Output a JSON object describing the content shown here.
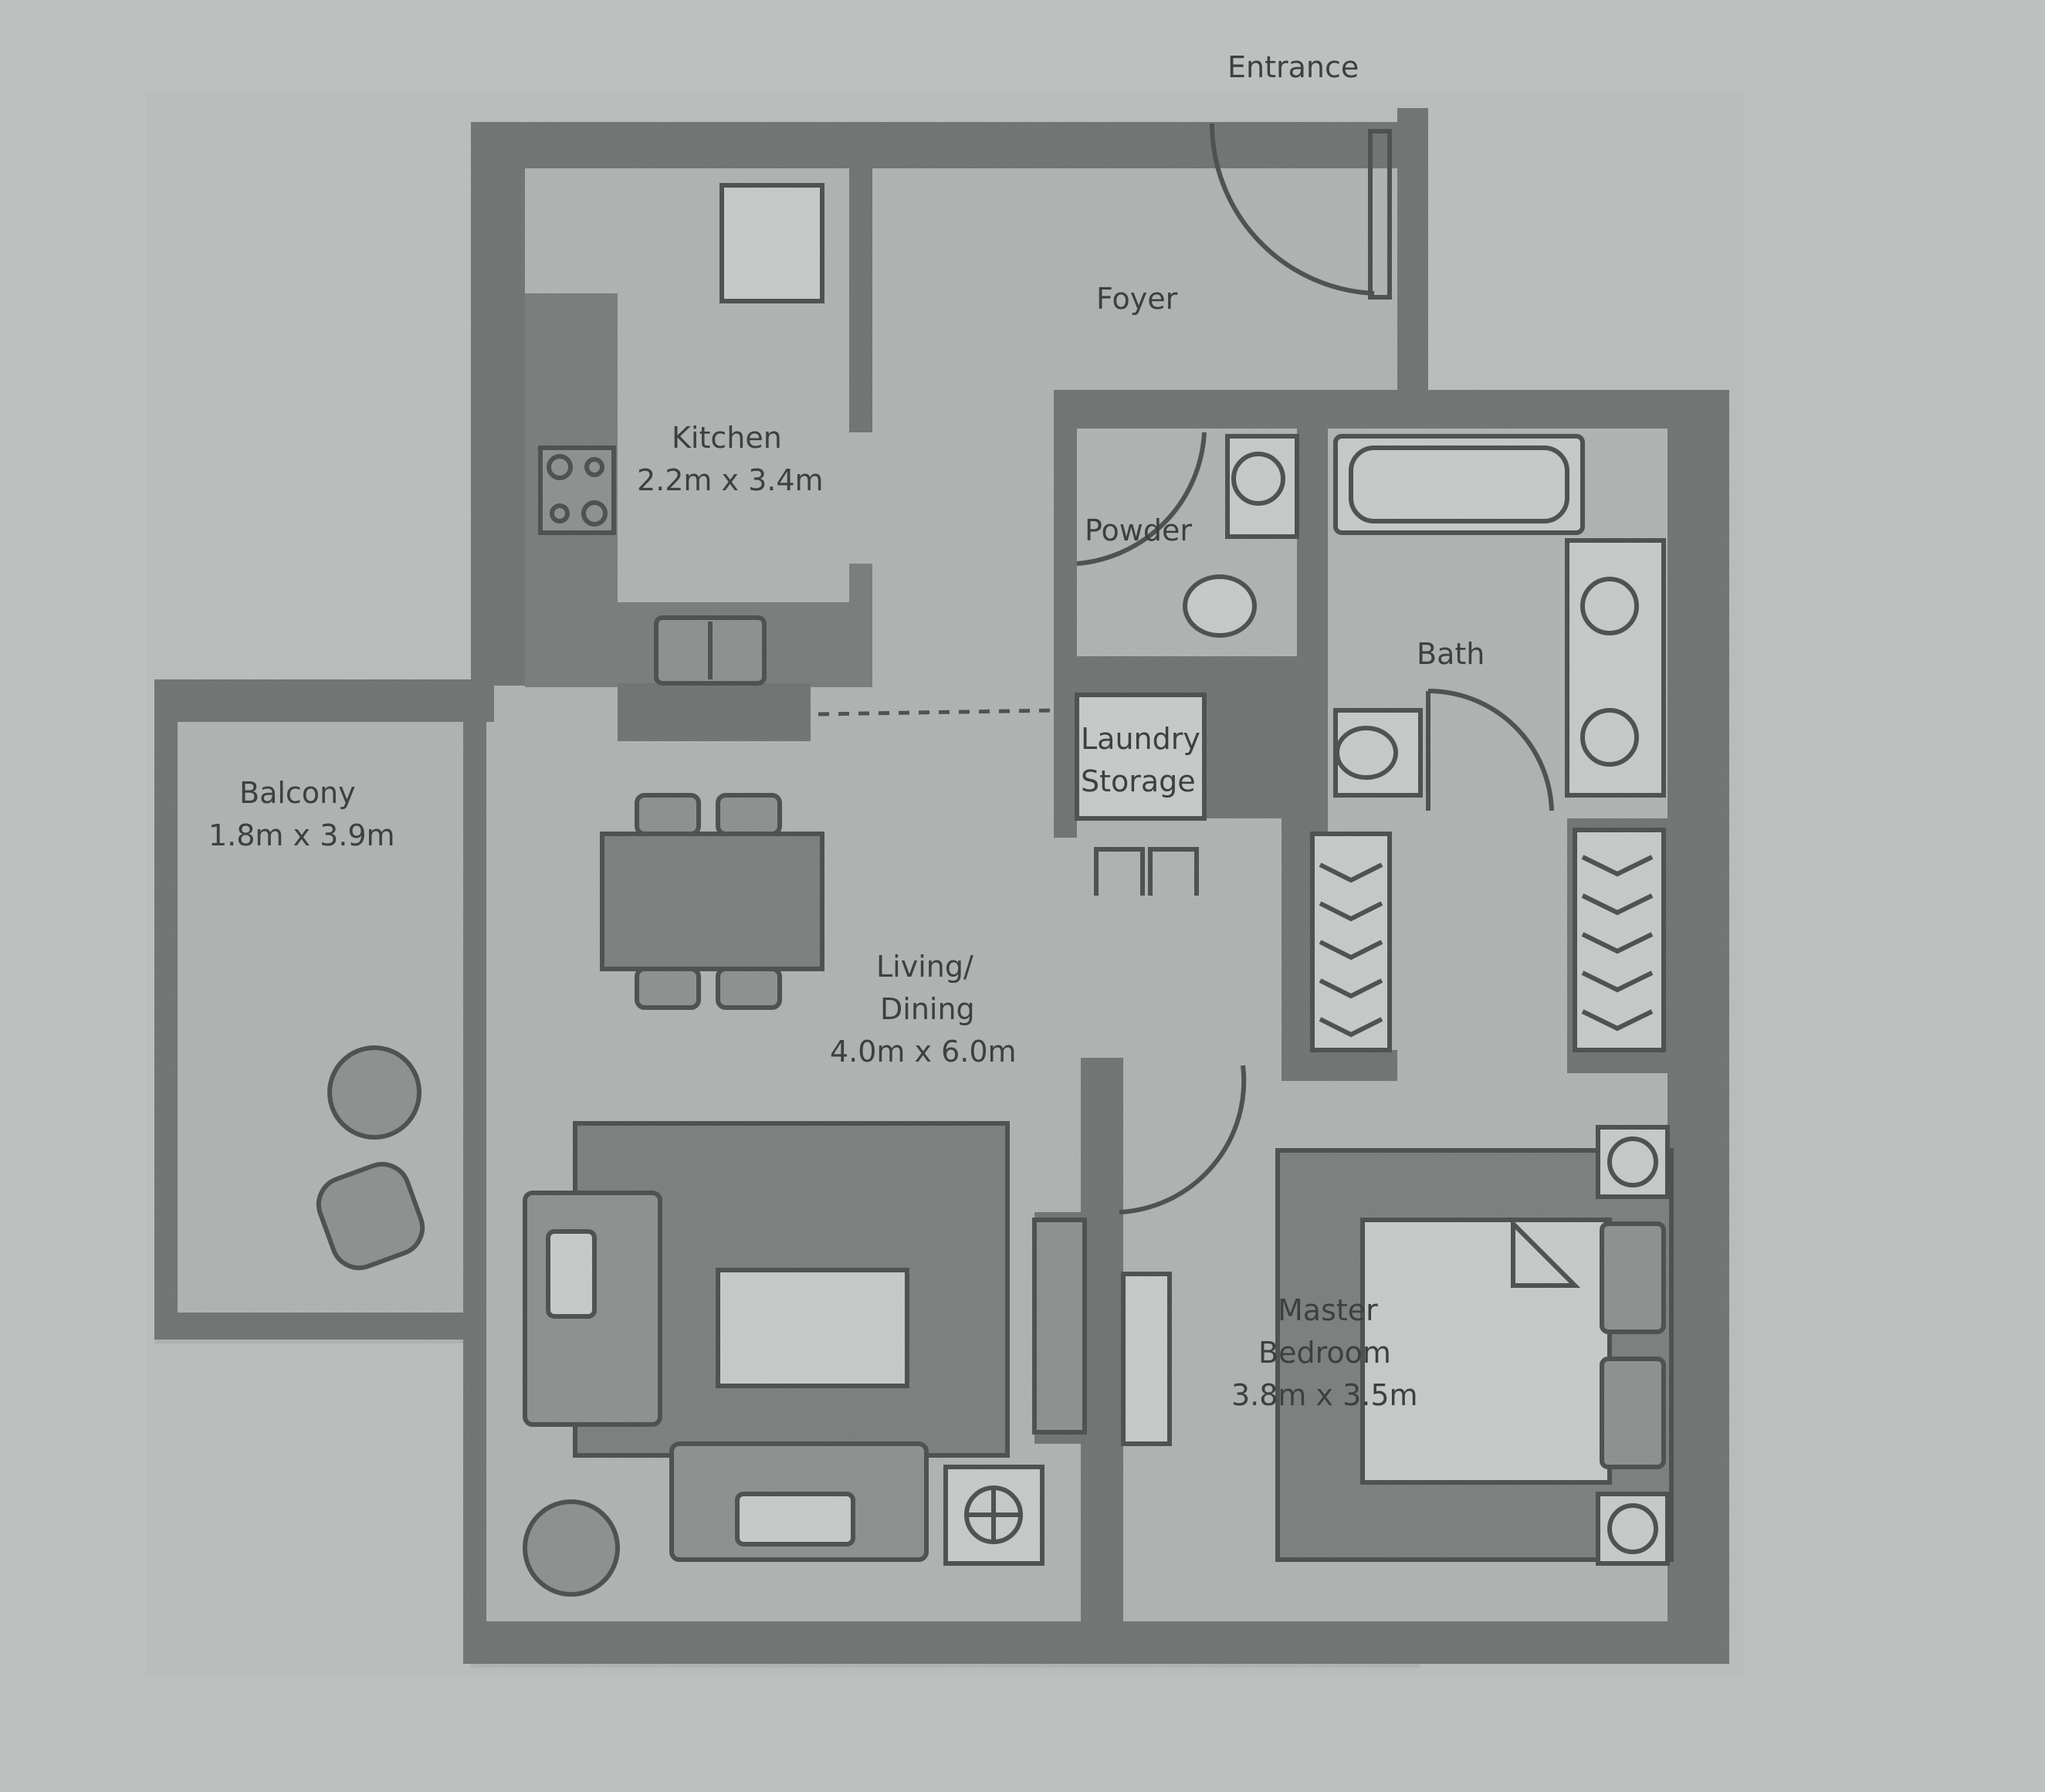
{
  "labels": {
    "entrance": "Entrance",
    "foyer": "Foyer",
    "kitchen_name": "Kitchen",
    "kitchen_size": "2.2m x 3.4m",
    "powder": "Powder",
    "bath": "Bath",
    "laundry_line1": "Laundry",
    "laundry_line2": "Storage",
    "balcony_name": "Balcony",
    "balcony_size": "1.8m x 3.9m",
    "living_line1": "Living/",
    "living_line2": "Dining",
    "living_size": "4.0m x 6.0m",
    "bedroom_line1": "Master",
    "bedroom_line2": "Bedroom",
    "bedroom_size": "3.8m x 3.5m"
  },
  "colors": {
    "paper": "#b9bdbb",
    "wall": "#6f7371",
    "ink": "#3d403f"
  }
}
